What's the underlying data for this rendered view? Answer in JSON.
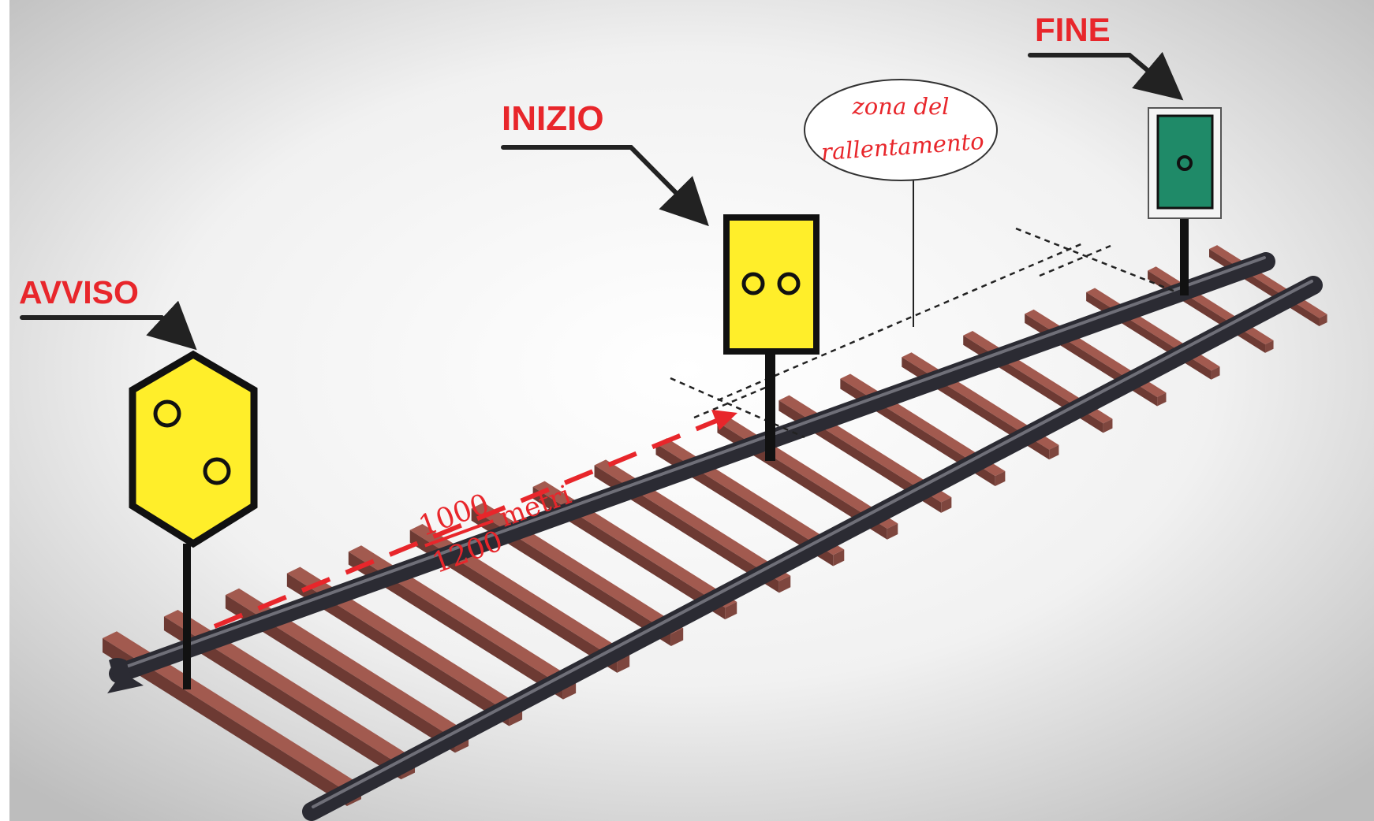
{
  "labels": {
    "avviso": "AVVISO",
    "inizio": "INIZIO",
    "fine": "FINE"
  },
  "zone": {
    "line1": "zona del",
    "line2": "rallentamento"
  },
  "distance": {
    "numerator": "1000",
    "denominator": "1200",
    "unit": "metri"
  },
  "colors": {
    "label_red": "#e8262b",
    "sign_yellow": "#ffee2a",
    "sign_green": "#1f8a68",
    "sleeper": "#a25a4f",
    "rail": "#2f2f37"
  },
  "signals": [
    {
      "name": "avviso-signal",
      "shape": "hexagon",
      "color": "yellow",
      "lights": 2
    },
    {
      "name": "inizio-signal",
      "shape": "rectangle",
      "color": "yellow",
      "lights": 2
    },
    {
      "name": "fine-signal",
      "shape": "rectangle",
      "color": "green",
      "lights": 1
    }
  ]
}
